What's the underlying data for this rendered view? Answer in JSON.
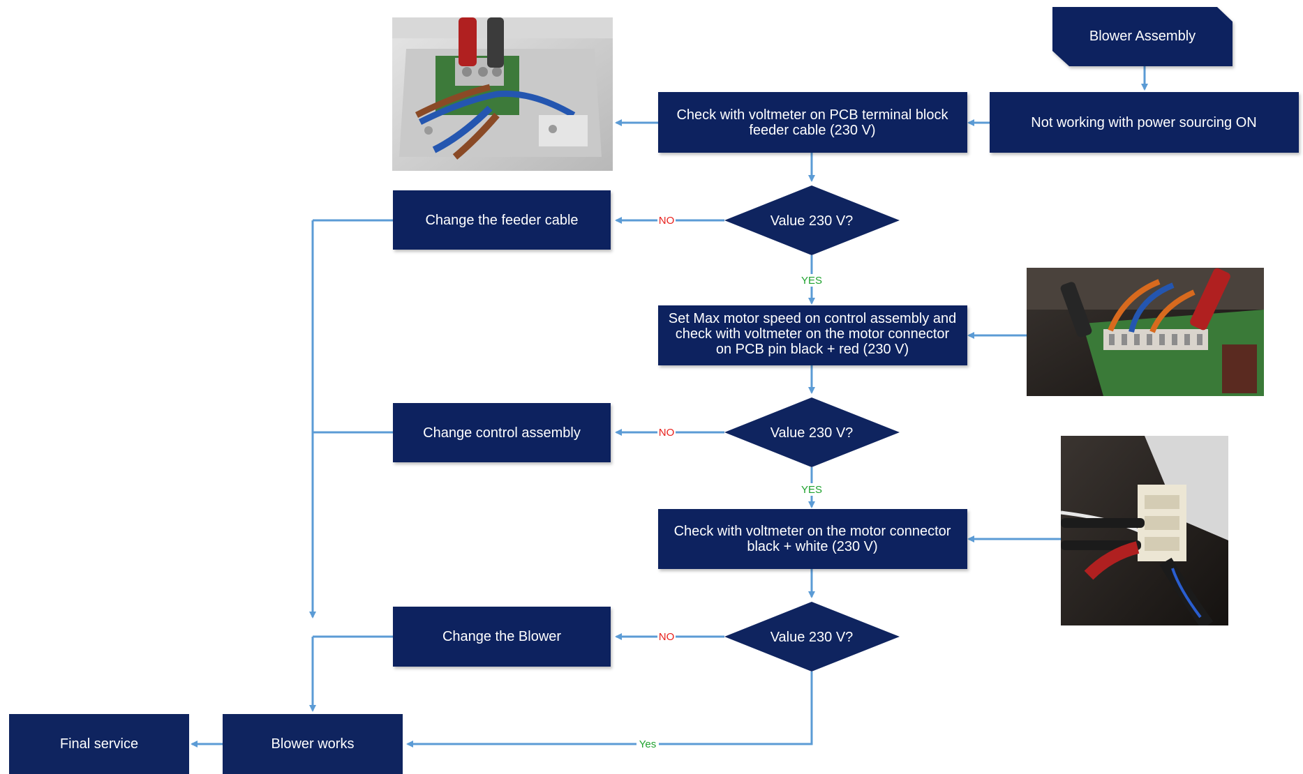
{
  "colors": {
    "node_fill": "#0f245f",
    "connector": "#5b9bd5",
    "no_label": "#e8201c",
    "yes_label": "#1fa22e",
    "node_text": "#ffffff"
  },
  "flowchart": {
    "start": "Blower Assembly",
    "symptom": "Not working with power sourcing ON",
    "check_feeder": [
      "Check with voltmeter on PCB terminal block",
      "feeder cable (230 V)"
    ],
    "decision_1": "Value 230 V?",
    "change_feeder": "Change the feeder cable",
    "check_motor_pcb": [
      "Set Max motor speed on control assembly and",
      "check with voltmeter on the motor connector",
      "on PCB pin black + red (230 V)"
    ],
    "decision_2": "Value 230 V?",
    "change_control": "Change control assembly",
    "check_motor_connector": [
      "Check with voltmeter on the motor connector",
      "black + white (230 V)"
    ],
    "decision_3": "Value 230 V?",
    "change_blower": "Change the Blower",
    "blower_works": "Blower works",
    "final_service": "Final service",
    "labels": {
      "no": "NO",
      "yes": "YES",
      "yes_final": "Yes"
    }
  },
  "photos": [
    {
      "name": "pcb-terminal-block-photo",
      "subject": "voltmeter probes on PCB terminal block feeder cable"
    },
    {
      "name": "motor-connector-pcb-photo",
      "subject": "voltmeter probes on PCB motor connector pins"
    },
    {
      "name": "motor-connector-photo",
      "subject": "voltmeter probes on motor connector"
    }
  ]
}
